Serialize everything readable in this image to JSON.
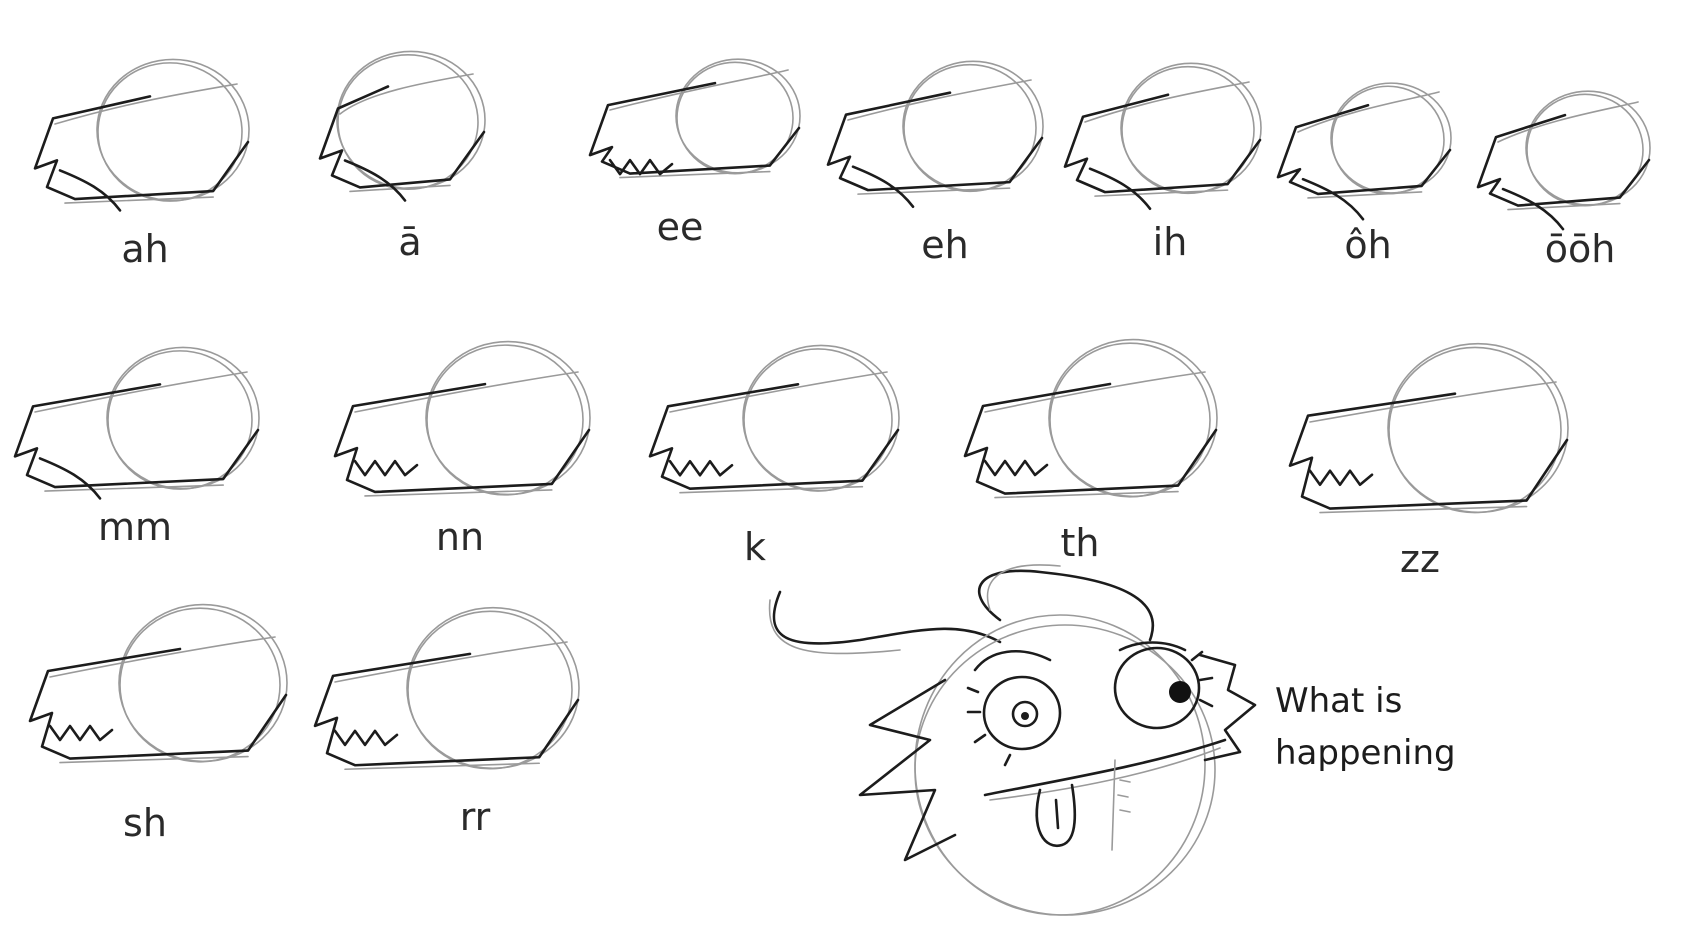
{
  "sheet": {
    "heads": [
      {
        "label": "ah",
        "teeth": false
      },
      {
        "label": "ā",
        "teeth": false
      },
      {
        "label": "ee",
        "teeth": true
      },
      {
        "label": "eh",
        "teeth": false
      },
      {
        "label": "ih",
        "teeth": false
      },
      {
        "label": "ôh",
        "teeth": false
      },
      {
        "label": "ōōh",
        "teeth": false
      },
      {
        "label": "mm",
        "teeth": false
      },
      {
        "label": "nn",
        "teeth": true
      },
      {
        "label": "k",
        "teeth": true
      },
      {
        "label": "th",
        "teeth": true
      },
      {
        "label": "zz",
        "teeth": true
      },
      {
        "label": "sh",
        "teeth": true
      },
      {
        "label": "rr",
        "teeth": true
      }
    ],
    "caption": {
      "line1": "What is",
      "line2": "happening"
    }
  }
}
